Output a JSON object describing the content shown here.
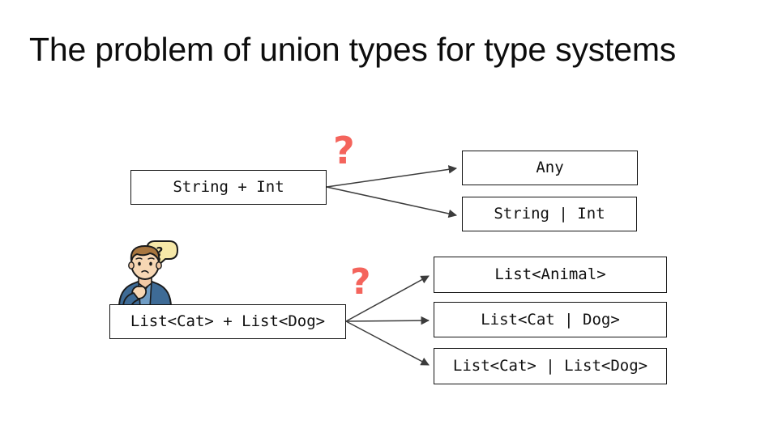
{
  "slide": {
    "title": "The problem of union types for type systems",
    "background_color": "#ffffff",
    "accent_color": "#f4645c",
    "border_color": "#141414"
  },
  "diagram": {
    "rows": [
      {
        "id": "row-1",
        "source_label": "String + Int",
        "question_mark": "?",
        "targets": [
          {
            "id": "any",
            "label": "Any"
          },
          {
            "id": "string-union",
            "label": "String | Int"
          }
        ]
      },
      {
        "id": "row-2",
        "source_label": "List<Cat> + List<Dog>",
        "question_mark": "?",
        "illustration": "thinking-person-icon",
        "thought_bubble_symbol": "?",
        "targets": [
          {
            "id": "list-animal",
            "label": "List<Animal>"
          },
          {
            "id": "list-catdog",
            "label": "List<Cat | Dog>"
          },
          {
            "id": "list-or-list",
            "label": "List<Cat> | List<Dog>"
          }
        ]
      }
    ]
  }
}
